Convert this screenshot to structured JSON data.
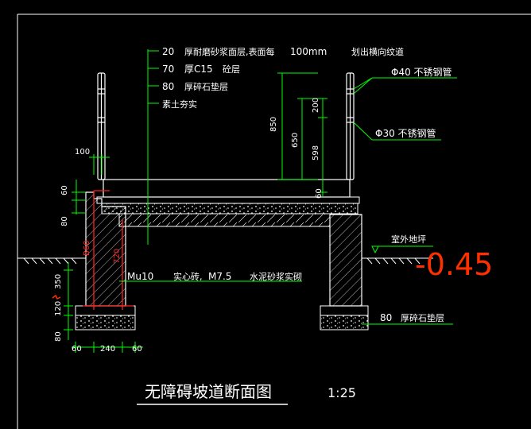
{
  "colors": {
    "background": "#000000",
    "frame": "#ffffff",
    "leader": "#00ff00",
    "dimension": "#00ff00",
    "annotation": "#ffffff",
    "structure": "#ffffff",
    "highlight_red": "#ff2020",
    "handwriting": "#ff3000"
  },
  "layer_notes": {
    "line1_num": "20",
    "line1_text": "厚耐磨砂浆面层,表面每",
    "line1_spacing": "100mm",
    "line1_tail": "划出横向纹道",
    "line2_num": "70",
    "line2_text": "厚C15",
    "line2_tail": "砼层",
    "line3_num": "80",
    "line3_text": "厚碎石垫层",
    "line4_text": "素土夯实"
  },
  "pipes": {
    "top_rail": "Φ40  不锈钢管",
    "mid_rail": "Φ30  不锈钢管"
  },
  "labels": {
    "outdoor_ground": "室外地坪",
    "wall_note_mu": "Mu10",
    "wall_note_brick": "实心砖,",
    "wall_note_mortar": "M7.5",
    "wall_note_tail": "水泥砂浆实砌",
    "right_gravel_num": "80",
    "right_gravel_text": "厚碎石垫层",
    "handwriting": "-0.45",
    "title": "无障碍坡道断面图",
    "scale": "1:25"
  },
  "dimensions": {
    "d100": "100",
    "d60": "60",
    "d80_left": "80",
    "d350": "350",
    "d120": "120",
    "d80_bottom": "80",
    "b60_left": "60",
    "b240": "240",
    "b60_right": "60",
    "d850": "850",
    "d650": "650",
    "d200": "200",
    "d598": "598",
    "d60_right": "60",
    "red_b60": "B60",
    "red_720": "720"
  }
}
